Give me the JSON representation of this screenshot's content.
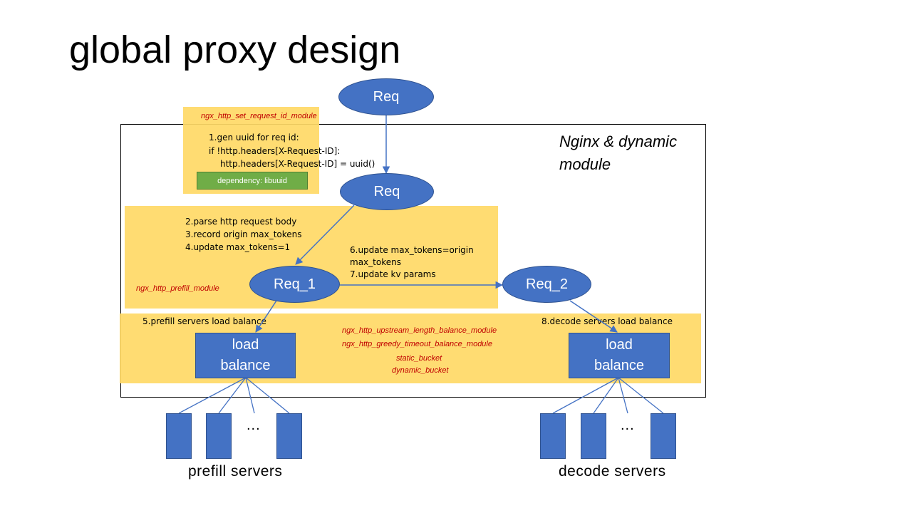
{
  "title": "global proxy design",
  "container": {
    "label_line1": "Nginx & dynamic",
    "label_line2": "module"
  },
  "request_id_module": {
    "name": "ngx_http_set_request_id_module",
    "code_line1": "1.gen uuid for req id:",
    "code_line2": "if !http.headers[X-Request-ID]:",
    "code_line3": "http.headers[X-Request-ID] = uuid()",
    "dependency": "dependency: libuuid"
  },
  "prefill_module": {
    "name": "ngx_http_prefill_module",
    "step2": "2.parse http request body",
    "step3": "3.record origin max_tokens",
    "step4": "4.update max_tokens=1",
    "step6_line1": "6.update max_tokens=origin",
    "step6_line2": "max_tokens",
    "step7": "7.update kv params"
  },
  "load_balance_band": {
    "step5": "5.prefill servers load balance",
    "step8": "8.decode servers load balance",
    "modules": [
      "ngx_http_upstream_length_balance_module",
      "ngx_http_greedy_timeout_balance_module",
      "static_bucket",
      "dynamic_bucket"
    ]
  },
  "nodes": {
    "req_top": "Req",
    "req_mid": "Req",
    "req_1": "Req_1",
    "req_2": "Req_2",
    "lb_prefill": "load\nbalance",
    "lb_decode": "load\nbalance"
  },
  "servers": {
    "prefill_label": "prefill servers",
    "decode_label": "decode servers",
    "ellipsis": "..."
  },
  "colors": {
    "node_fill": "#4472c4",
    "band_fill": "#ffd966",
    "module_text": "#c00000",
    "dependency_fill": "#70ad47"
  }
}
